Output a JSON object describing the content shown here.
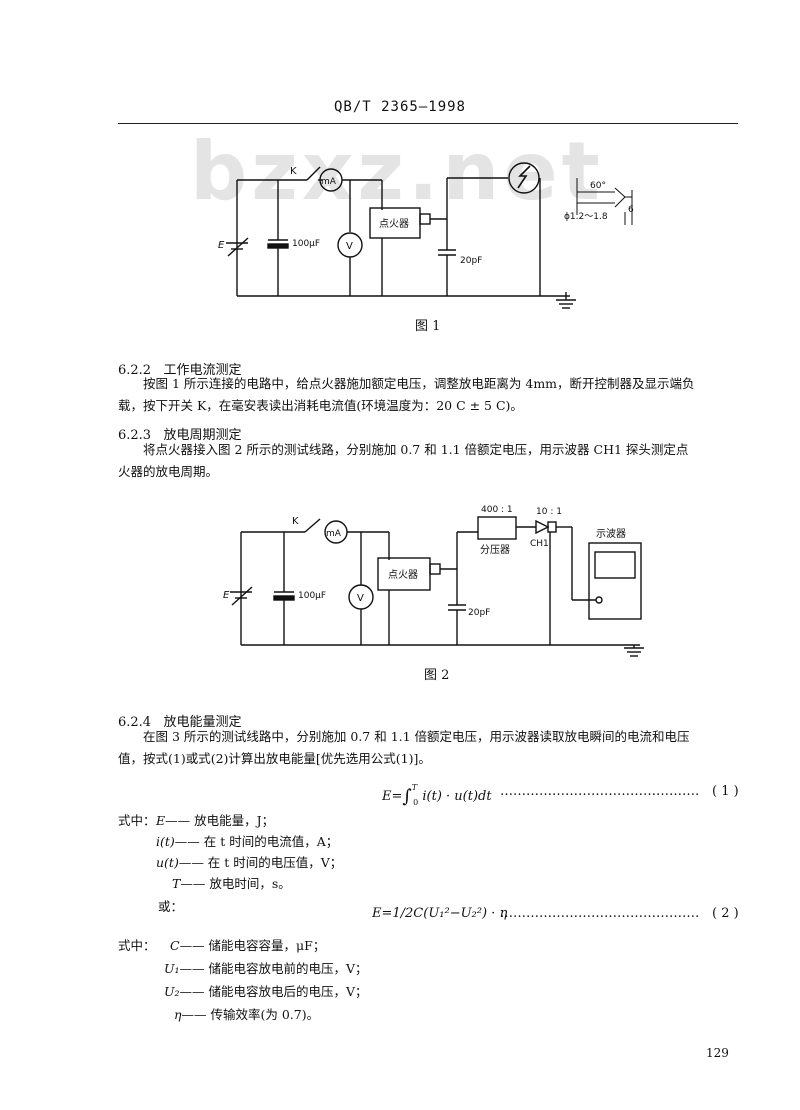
{
  "header": {
    "code": "QB/T 2365—1998"
  },
  "watermark": "bzxz.net",
  "figure1": {
    "caption": "图 1",
    "switch": "K",
    "ammeter": "mA",
    "voltmeter": "V",
    "source": "E",
    "capacitor": "100μF",
    "igniter": "点火器",
    "load_cap": "20pF",
    "angle": "60°",
    "diameter": "ϕ1.2～1.8",
    "gap": "6"
  },
  "section_622": {
    "number": "6.2.2",
    "title": "工作电流测定",
    "text1": "按图 1 所示连接的电路中，给点火器施加额定电压，调整放电距离为 4mm，断开控制器及显示端负",
    "text2": "载，按下开关 K，在毫安表读出消耗电流值(环境温度为：20 C ± 5 C)。"
  },
  "section_623": {
    "number": "6.2.3",
    "title": "放电周期测定",
    "text1": "将点火器接入图 2 所示的测试线路，分别施加 0.7 和 1.1 倍额定电压，用示波器 CH1 探头测定点",
    "text2": "火器的放电周期。"
  },
  "figure2": {
    "caption": "图 2",
    "switch": "K",
    "ammeter": "mA",
    "voltmeter": "V",
    "source": "E",
    "capacitor": "100μF",
    "igniter": "点火器",
    "load_cap": "20pF",
    "divider_ratio": "400 : 1",
    "divider": "分压器",
    "probe_ratio": "10 : 1",
    "channel": "CH1",
    "scope": "示波器"
  },
  "section_624": {
    "number": "6.2.4",
    "title": "放电能量测定",
    "text1": "在图 3 所示的测试线路中，分别施加 0.7 和 1.1 倍额定电压，用示波器读取放电瞬间的电流和电压",
    "text2": "值，按式(1)或式(2)计算出放电能量[优先选用公式(1)]。",
    "formula1": {
      "lhs": "E=",
      "upper": "T",
      "lower": "0",
      "body": "i(t) · u(t)dt",
      "dots": "……………………………………………",
      "num": "( 1 )"
    },
    "where1": "式中：",
    "defs1": [
      {
        "sym": "E",
        "desc": "—— 放电能量，J；"
      },
      {
        "sym": "i(t)",
        "desc": "—— 在 t 时间的电流值，A；"
      },
      {
        "sym": "u(t)",
        "desc": "—— 在 t 时间的电压值，V；"
      },
      {
        "sym": "T",
        "desc": "—— 放电时间，s。"
      }
    ],
    "or": "或：",
    "formula2": {
      "expr": "E=1/2C(U₁²−U₂²) · η",
      "dots": "……………………………………………",
      "num": "( 2 )"
    },
    "where2": "式中：",
    "defs2": [
      {
        "sym": "C",
        "desc": "—— 储能电容容量，μF；"
      },
      {
        "sym": "U₁",
        "desc": "—— 储能电容放电前的电压，V；"
      },
      {
        "sym": "U₂",
        "desc": "—— 储能电容放电后的电压，V；"
      },
      {
        "sym": "η",
        "desc": "—— 传输效率(为 0.7)。"
      }
    ]
  },
  "page_number": "129"
}
